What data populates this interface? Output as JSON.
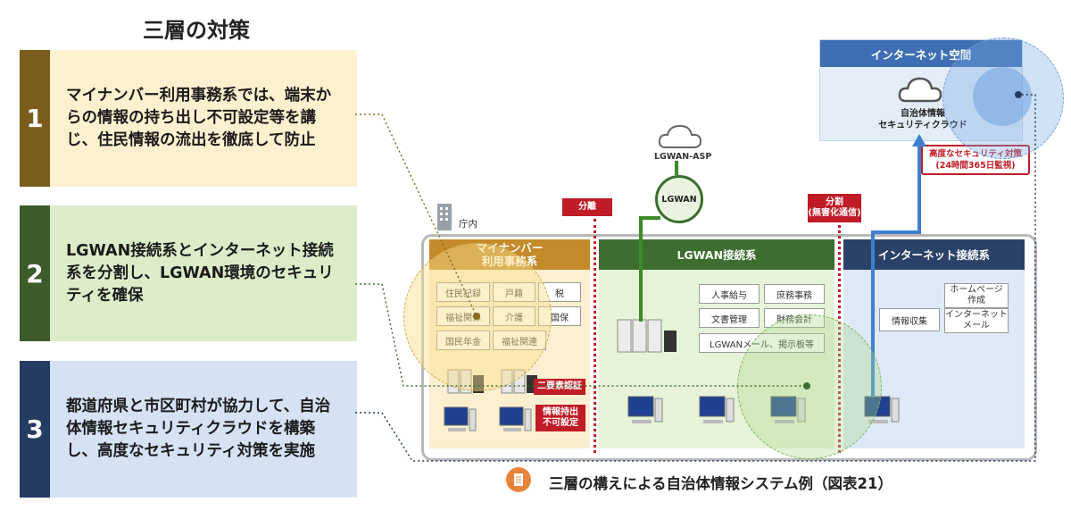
{
  "heading": "三層の対策",
  "cards": [
    {
      "num": "1",
      "text": "マイナンバー利用事務系では、端末からの情報の持ち出し不可設定等を講じ、住民情報の流出を徹底して防止"
    },
    {
      "num": "2",
      "text": "LGWAN接続系とインターネット接続系を分割し、LGWAN環境のセキュリティを確保"
    },
    {
      "num": "3",
      "text": "都道府県と市区町村が協力して、自治体情報セキュリティクラウドを構築し、高度なセキュリティ対策を実施"
    }
  ],
  "diagram": {
    "building_label": "庁内",
    "zones": {
      "mynumber": "マイナンバー\n利用事務系",
      "lgwan": "LGWAN接続系",
      "internet": "インターネット接続系"
    },
    "mynumber_tags": [
      "住民記録",
      "戸籍",
      "税",
      "福祉関係",
      "介護",
      "国保",
      "国民年金",
      "福祉関連"
    ],
    "mynumber_red": {
      "auth": "二要素認証",
      "nocopy": "情報持出\n不可設定"
    },
    "lgwan_tags": [
      "人事給与",
      "庶務事務",
      "文書管理",
      "財務会計",
      "LGWANメール、掲示板等"
    ],
    "internet_tags": [
      "ホームページ\n作成",
      "情報収集",
      "インターネット\nメール"
    ],
    "separators": {
      "left": "分離",
      "right": "分割\n(無害化通信)"
    },
    "lgwan_asp": "LGWAN-ASP",
    "lgwan_node": "LGWAN",
    "cloud_box": {
      "title": "インターネット空間",
      "cloud_label": "自治体情報\nセキュリティクラウド"
    },
    "security_note": "高度なセキュリティ対策\n(24時間365日監視)"
  },
  "caption": "三層の構えによる自治体情報システム例（図表21）",
  "colors": {
    "card1": "#7a5d1b",
    "card2": "#3c5a2a",
    "card3": "#243c62",
    "red": "#c01c28"
  }
}
